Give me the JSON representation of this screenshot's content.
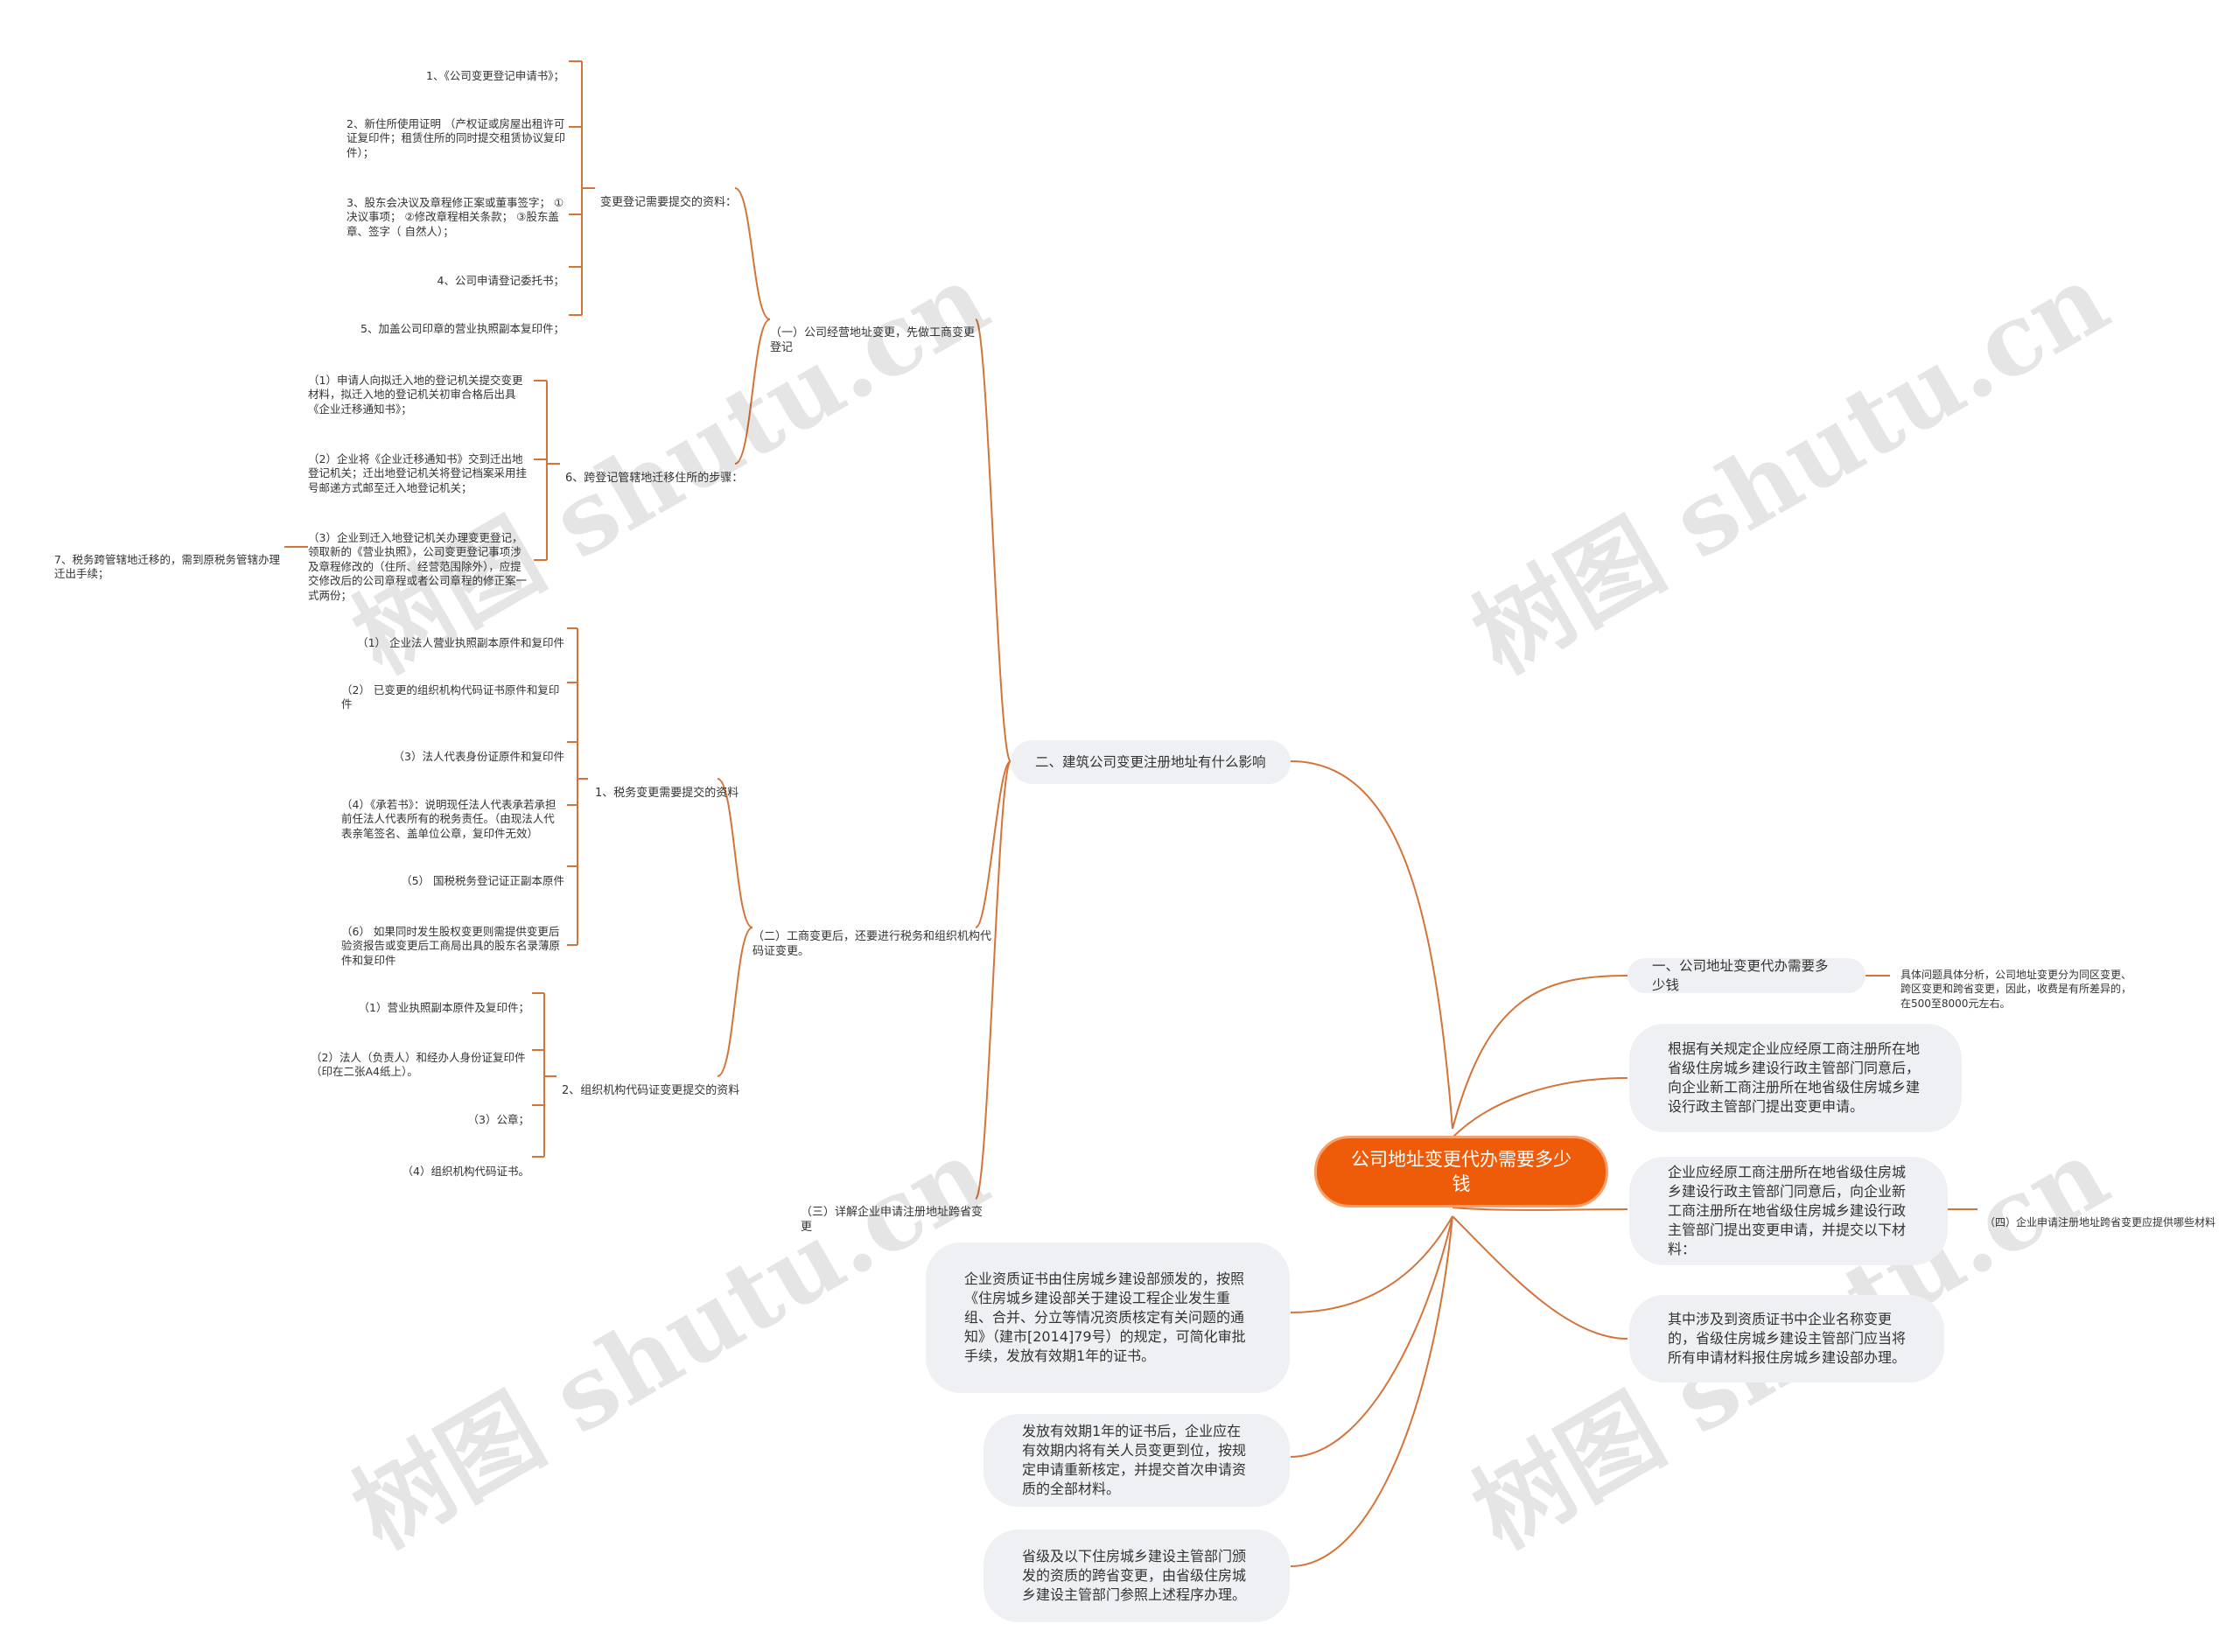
{
  "root": {
    "label": "公司地址变更代办需要多少钱"
  },
  "right": {
    "cost_title": "一、公司地址变更代办需要多少钱",
    "cost_note": "具体问题具体分析，公司地址变更分为同区变更、跨区变更和跨省变更，因此，收费是有所差异的，在500至8000元左右。",
    "para1": "根据有关规定企业应经原工商注册所在地省级住房城乡建设行政主管部门同意后，向企业新工商注册所在地省级住房城乡建设行政主管部门提出变更申请。",
    "para2": "企业应经原工商注册所在地省级住房城乡建设行政主管部门同意后，向企业新工商注册所在地省级住房城乡建设行政主管部门提出变更申请，并提交以下材料：",
    "para2_note": "（四）企业申请注册地址跨省变更应提供哪些材料",
    "para3": "其中涉及到资质证书中企业名称变更的，省级住房城乡建设主管部门应当将所有申请材料报住房城乡建设部办理。"
  },
  "left": {
    "section2": "二、建筑公司变更注册地址有什么影响",
    "qual1": "企业资质证书由住房城乡建设部颁发的，按照《住房城乡建设部关于建设工程企业发生重组、合并、分立等情况资质核定有关问题的通知》（建市[2014]79号）的规定，可简化审批手续，发放有效期1年的证书。",
    "qual2": "发放有效期1年的证书后，企业应在有效期内将有关人员变更到位，按规定申请重新核定，并提交首次申请资质的全部材料。",
    "qual3": "省级及以下住房城乡建设主管部门颁发的资质的跨省变更，由省级住房城乡建设主管部门参照上述程序办理。",
    "b1": {
      "label": "（一）公司经营地址变更，先做工商变更登记",
      "g1": {
        "label": "变更登记需要提交的资料：",
        "items": [
          "1、《公司变更登记申请书》；",
          "2、新住所使用证明 （产权证或房屋出租许可证复印件；租赁住所的同时提交租赁协议复印件）；",
          "3、股东会决议及章程修正案或董事签字； ①决议事项； ②修改章程相关条款； ③股东盖章、签字（ 自然人）；",
          "4、公司申请登记委托书；",
          "5、加盖公司印章的营业执照副本复印件；"
        ]
      },
      "g2": {
        "label": "6、跨登记管辖地迁移住所的步骤：",
        "items": [
          "（1）申请人向拟迁入地的登记机关提交变更材料，拟迁入地的登记机关初审合格后出具《企业迁移通知书》；",
          "（2）企业将《企业迁移通知书》交到迁出地登记机关；迁出地登记机关将登记档案采用挂号邮递方式邮至迁入地登记机关；",
          "（3）企业到迁入地登记机关办理变更登记，领取新的《营业执照》，公司变更登记事项涉及章程修改的（住所、经营范围除外），应提交修改后的公司章程或者公司章程的修正案一式两份；"
        ],
        "tax": "7、税务跨管辖地迁移的，需到原税务管辖办理迁出手续；"
      }
    },
    "b2": {
      "label": "（二）工商变更后，还要进行税务和组织机构代码证变更。",
      "g1": {
        "label": "1、税务变更需要提交的资料",
        "items": [
          "（1） 企业法人营业执照副本原件和复印件",
          "（2） 已变更的组织机构代码证书原件和复印件",
          "（3）法人代表身份证原件和复印件",
          "（4）《承若书》：说明现任法人代表承若承担前任法人代表所有的税务责任。（由现法人代表亲笔签名、盖单位公章，复印件无效）",
          "（5） 国税税务登记证正副本原件",
          "（6） 如果同时发生股权变更则需提供变更后验资报告或变更后工商局出具的股东名录薄原件和复印件"
        ]
      },
      "g2": {
        "label": "2、组织机构代码证变更提交的资料",
        "items": [
          "（1）营业执照副本原件及复印件；",
          "（2）法人（负责人）和经办人身份证复印件（印在二张A4纸上）。",
          "（3）公章；",
          "（4）组织机构代码证书。"
        ]
      }
    },
    "b3": {
      "label": "（三）详解企业申请注册地址跨省变更"
    }
  },
  "watermark": "树图 shutu.cn",
  "colors": {
    "root": "#ee5c0a",
    "line": "#d4743a",
    "bubble": "#eef0f3"
  }
}
